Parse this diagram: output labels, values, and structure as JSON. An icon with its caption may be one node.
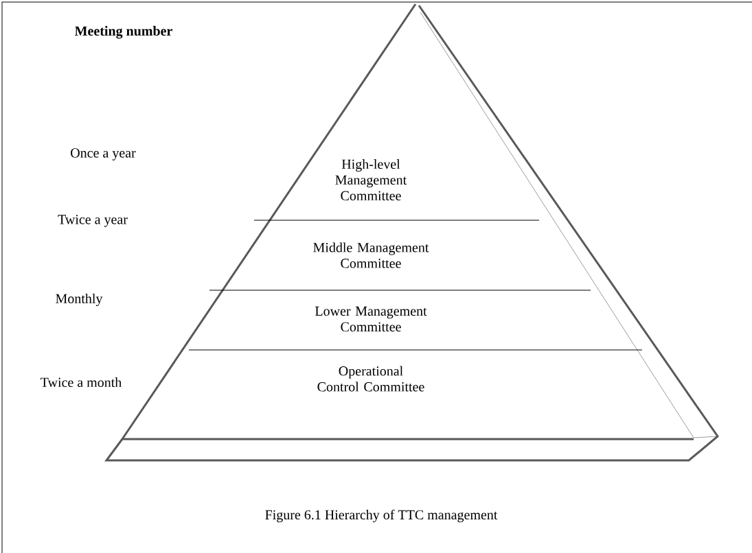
{
  "diagram": {
    "caption": "Figure 6.1 Hierarchy of TTC management",
    "nodes": [
      {
        "text": [
          "High-level Management Committee"
        ]
      },
      {
        "text": [
          "Middle Management Committee"
        ]
      },
      {
        "text": [
          "Lower Management Committee"
        ]
      },
      {
        "text": [
          "Operational Control Committee"
        ]
      }
    ],
    "labels": [
      "Meeting number",
      "Once a year",
      "Twice a year",
      "Monthly",
      "Twice a month"
    ]
  }
}
